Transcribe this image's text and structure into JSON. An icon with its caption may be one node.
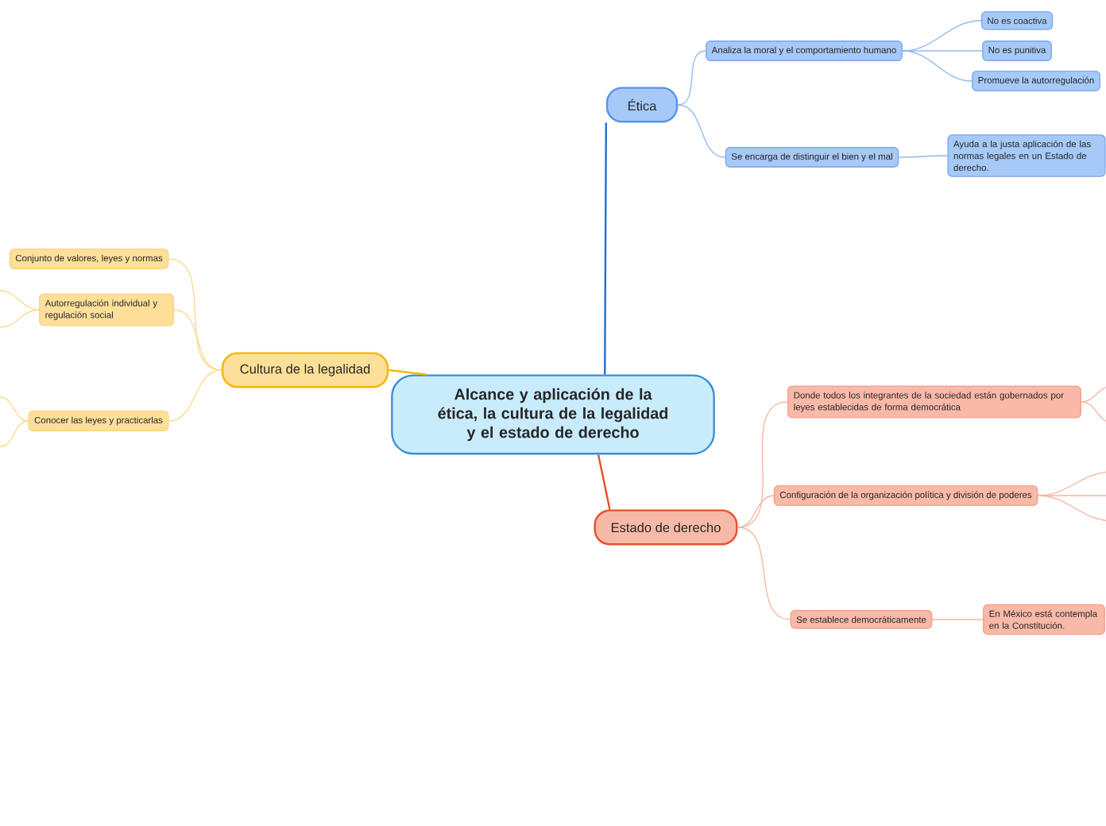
{
  "diagram": {
    "nodes": [
      {
        "text": [
          "Alcance y aplicación de la ética, la cultura de la legalidad y el estado de derecho"
        ]
      },
      {
        "text": [
          "Ética"
        ]
      },
      {
        "text": [
          "Analiza la moral y el comportamiento humano"
        ]
      },
      {
        "text": [
          "No es coactiva"
        ]
      },
      {
        "text": [
          "No es punitiva"
        ]
      },
      {
        "text": [
          "Promueve la autorregulación"
        ]
      },
      {
        "text": [
          "Se encarga de distinguir el bien y el mal"
        ]
      },
      {
        "text": [
          "Ayuda a la justa aplicación de las normas legales en un Estado de derecho."
        ]
      },
      {
        "text": [
          "Cultura de la legalidad"
        ]
      },
      {
        "text": [
          "Conjunto de valores, leyes y normas"
        ]
      },
      {
        "text": [
          "Autorregulación individual y regulación social"
        ]
      },
      {
        "text": [
          "Conocer las leyes y practicarlas"
        ]
      },
      {
        "text": [
          "Estado de derecho"
        ]
      },
      {
        "text": [
          "Donde todos los integrantes de la sociedad están gobernados por leyes establecidas de forma democrática"
        ]
      },
      {
        "text": [
          "Configuración de la organización política y división de poderes"
        ]
      },
      {
        "text": [
          "Se establece democráticamente"
        ]
      },
      {
        "text": [
          "En México está contempla en la Constitución."
        ]
      }
    ],
    "edges": [
      {
        "from": 0,
        "to": 1,
        "arrow": "none",
        "color": "#1f6fd6"
      },
      {
        "from": 1,
        "to": 2,
        "arrow": "none",
        "color": "#8fb8f0"
      },
      {
        "from": 1,
        "to": 6,
        "arrow": "none",
        "color": "#8fb8f0"
      },
      {
        "from": 2,
        "to": 3,
        "arrow": "none",
        "color": "#8fb8f0"
      },
      {
        "from": 2,
        "to": 4,
        "arrow": "none",
        "color": "#8fb8f0"
      },
      {
        "from": 2,
        "to": 5,
        "arrow": "none",
        "color": "#8fb8f0"
      },
      {
        "from": 6,
        "to": 7,
        "arrow": "none",
        "color": "#8fb8f0"
      },
      {
        "from": 0,
        "to": 8,
        "arrow": "none",
        "color": "#f7b500"
      },
      {
        "from": 8,
        "to": 9,
        "arrow": "none",
        "color": "#fcd98a"
      },
      {
        "from": 8,
        "to": 10,
        "arrow": "none",
        "color": "#fcd98a"
      },
      {
        "from": 8,
        "to": 11,
        "arrow": "none",
        "color": "#fcd98a"
      },
      {
        "from": 10,
        "to": null,
        "arrow": "none",
        "color": "#fcd98a"
      },
      {
        "from": 10,
        "to": null,
        "arrow": "none",
        "color": "#fcd98a"
      },
      {
        "from": 11,
        "to": null,
        "arrow": "none",
        "color": "#fcd98a"
      },
      {
        "from": 11,
        "to": null,
        "arrow": "none",
        "color": "#fcd98a"
      },
      {
        "from": 0,
        "to": 12,
        "arrow": "none",
        "color": "#e8502a"
      },
      {
        "from": 12,
        "to": 13,
        "arrow": "none",
        "color": "#f9b3a0"
      },
      {
        "from": 12,
        "to": 14,
        "arrow": "none",
        "color": "#f9b3a0"
      },
      {
        "from": 12,
        "to": 15,
        "arrow": "none",
        "color": "#f9b3a0"
      },
      {
        "from": 13,
        "to": null,
        "arrow": "none",
        "color": "#f9b3a0"
      },
      {
        "from": 13,
        "to": null,
        "arrow": "none",
        "color": "#f9b3a0"
      },
      {
        "from": 14,
        "to": null,
        "arrow": "none",
        "color": "#f9b3a0"
      },
      {
        "from": 14,
        "to": null,
        "arrow": "none",
        "color": "#f9b3a0"
      },
      {
        "from": 14,
        "to": null,
        "arrow": "none",
        "color": "#f9b3a0"
      },
      {
        "from": 15,
        "to": 16,
        "arrow": "none",
        "color": "#f9b3a0"
      }
    ]
  }
}
